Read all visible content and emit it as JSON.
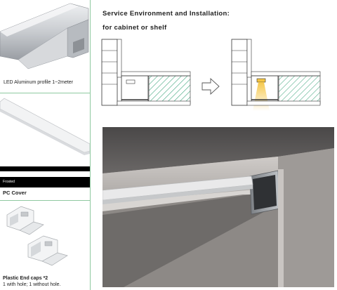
{
  "left_column": {
    "profile_caption": "LED Aluminum profile 1~2meter",
    "frosted_label": "Frosted",
    "cover_caption": "PC Cover",
    "endcaps_caption": "Plastic End caps *2",
    "endcaps_detail": "1 with hole; 1 without hole."
  },
  "right_column": {
    "heading_line1": "Service Environment and Installation:",
    "heading_line2": "for cabinet or shelf"
  },
  "colors": {
    "divider": "#8fc9a0",
    "hatch": "#3aa37a",
    "led_glow": "#f5c542"
  },
  "icons": {
    "arrow": "right-arrow-icon"
  }
}
